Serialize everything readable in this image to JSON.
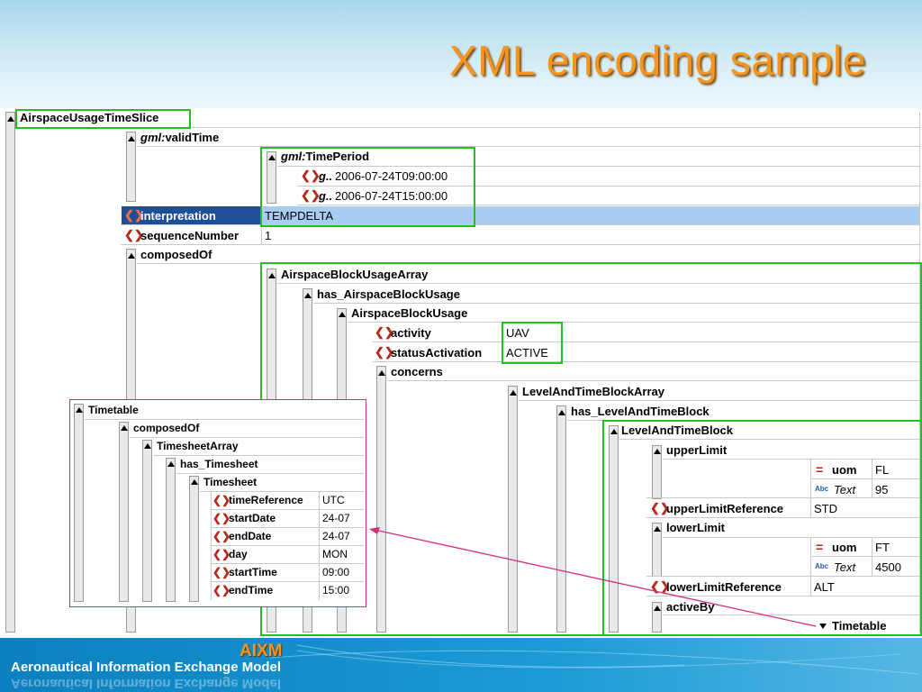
{
  "slide": {
    "title": "XML encoding sample"
  },
  "footer": {
    "logo": "AIXM",
    "text": "Aeronautical Information Exchange Model"
  },
  "tree": {
    "root": "AirspaceUsageTimeSlice",
    "gml_prefix": "gml:",
    "validTime": "validTime",
    "timePeriod": "TimePeriod",
    "g_short": "g..",
    "begin_value": "2006-07-24T09:00:00",
    "end_value": "2006-07-24T15:00:00",
    "interpretation": {
      "label": "interpretation",
      "value": "TEMPDELTA"
    },
    "sequenceNumber": {
      "label": "sequenceNumber",
      "value": "1"
    },
    "composedOf": "composedOf",
    "airspaceBlockUsageArray": "AirspaceBlockUsageArray",
    "hasAirspaceBlockUsage": "has_AirspaceBlockUsage",
    "airspaceBlockUsage": "AirspaceBlockUsage",
    "activity": {
      "label": "activity",
      "value": "UAV"
    },
    "statusActivation": {
      "label": "statusActivation",
      "value": "ACTIVE"
    },
    "concerns": "concerns",
    "levelAndTimeBlockArray": "LevelAndTimeBlockArray",
    "hasLevelAndTimeBlock": "has_LevelAndTimeBlock",
    "levelAndTimeBlock": "LevelAndTimeBlock",
    "upperLimit": "upperLimit",
    "uom_label": "uom",
    "text_label": "Text",
    "upper_uom": "FL",
    "upper_text": "95",
    "upperLimitReference": {
      "label": "upperLimitReference",
      "value": "STD"
    },
    "lowerLimit": "lowerLimit",
    "lower_uom": "FT",
    "lower_text": "4500",
    "lowerLimitReference": {
      "label": "lowerLimitReference",
      "value": "ALT"
    },
    "activeBy": "activeBy",
    "timetable_ref": "Timetable"
  },
  "timetable": {
    "root": "Timetable",
    "composedOf": "composedOf",
    "timesheetArray": "TimesheetArray",
    "hasTimesheet": "has_Timesheet",
    "timesheet": "Timesheet",
    "rows": [
      {
        "label": "timeReference",
        "value": "UTC"
      },
      {
        "label": "startDate",
        "value": "24-07"
      },
      {
        "label": "endDate",
        "value": "24-07"
      },
      {
        "label": "day",
        "value": "MON"
      },
      {
        "label": "startTime",
        "value": "09:00"
      },
      {
        "label": "endTime",
        "value": "15:00"
      }
    ]
  },
  "colors": {
    "title": "#f7941d",
    "highlight_box": "#22c022",
    "callout_box": "#d62e7a",
    "selection": "#a9ccf2"
  }
}
